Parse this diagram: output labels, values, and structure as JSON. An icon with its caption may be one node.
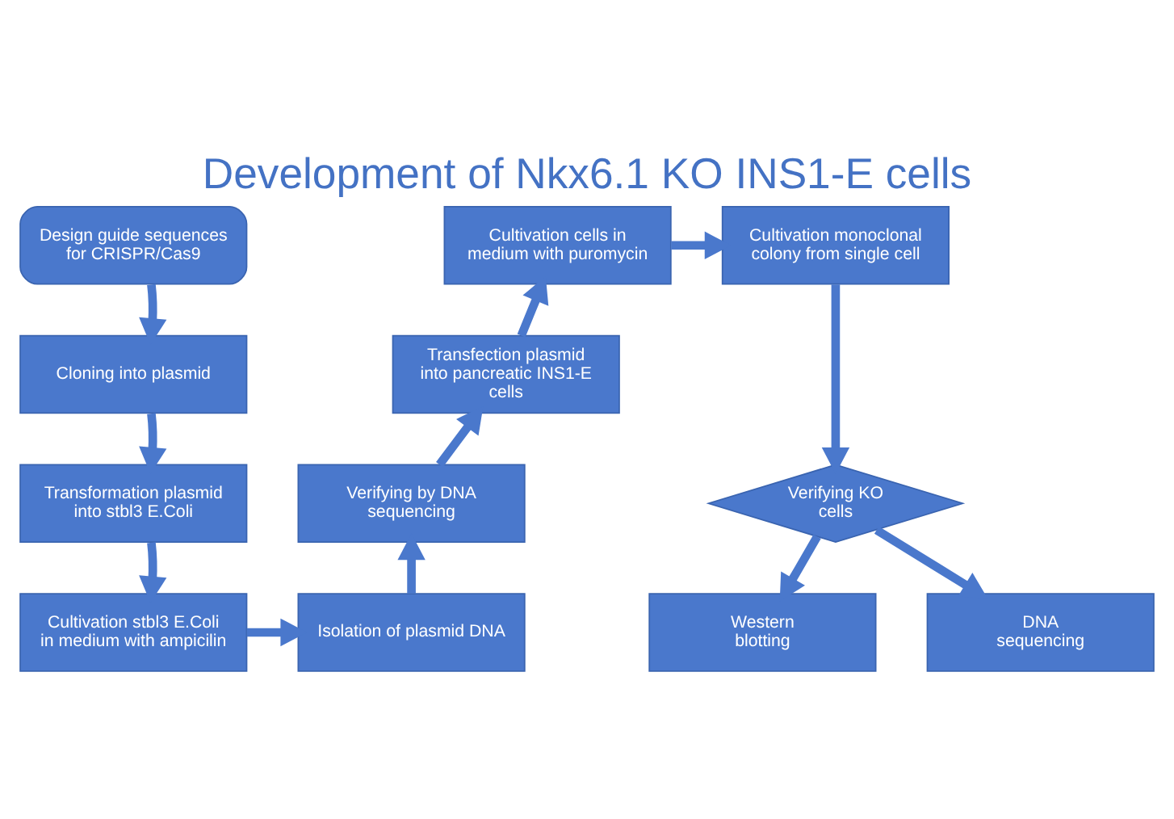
{
  "diagram": {
    "title": "Development of Nkx6.1 KO INS1-E cells",
    "nodes": [
      {
        "text": [
          "Design guide sequences for CRISPR/Cas9"
        ]
      },
      {
        "text": [
          "Cloning into plasmid"
        ]
      },
      {
        "text": [
          "Transformation plasmid into stbl3 E.Coli"
        ]
      },
      {
        "text": [
          "Cultivation stbl3 E.Coli in medium with ampicilin"
        ]
      },
      {
        "text": [
          "Isolation of plasmid DNA"
        ]
      },
      {
        "text": [
          "Verifying by DNA sequencing"
        ]
      },
      {
        "text": [
          "Transfection plasmid into pancreatic INS1-E cells"
        ]
      },
      {
        "text": [
          "Cultivation cells in medium with puromycin"
        ]
      },
      {
        "text": [
          "Cultivation monoclonal colony from single cell"
        ]
      },
      {
        "text": [
          "Verifying KO cells"
        ]
      },
      {
        "text": [
          "Western blotting"
        ]
      },
      {
        "text": [
          "DNA sequencing"
        ]
      }
    ],
    "edges": [
      {
        "from": 0,
        "to": 1,
        "arrow": "to"
      },
      {
        "from": 1,
        "to": 2,
        "arrow": "to"
      },
      {
        "from": 2,
        "to": 3,
        "arrow": "to"
      },
      {
        "from": 3,
        "to": 4,
        "arrow": "to"
      },
      {
        "from": 4,
        "to": 5,
        "arrow": "to"
      },
      {
        "from": 5,
        "to": 6,
        "arrow": "to"
      },
      {
        "from": 6,
        "to": 7,
        "arrow": "to"
      },
      {
        "from": 7,
        "to": 8,
        "arrow": "to"
      },
      {
        "from": 8,
        "to": 9,
        "arrow": "to"
      },
      {
        "from": 9,
        "to": 10,
        "arrow": "to"
      },
      {
        "from": 9,
        "to": 11,
        "arrow": "to"
      }
    ]
  }
}
